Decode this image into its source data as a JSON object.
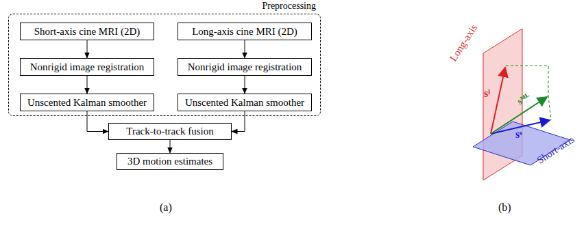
{
  "diagram": {
    "nodes": [
      {
        "text": [
          "Preprocessing"
        ]
      },
      {
        "text": [
          "Short-axis cine MRI (2D)"
        ],
        "in": 0
      },
      {
        "text": [
          "Nonrigid image registration"
        ],
        "in": 0
      },
      {
        "text": [
          "Unscented Kalman smoother"
        ],
        "in": 0
      },
      {
        "text": [
          "Long-axis cine MRI (2D)"
        ],
        "in": 0
      },
      {
        "text": [
          "Nonrigid image registration"
        ],
        "in": 0
      },
      {
        "text": [
          "Unscented Kalman smoother"
        ],
        "in": 0
      },
      {
        "text": [
          "Track-to-track fusion"
        ]
      },
      {
        "text": [
          "3D motion estimates"
        ]
      }
    ],
    "edges": [
      {
        "from": 1,
        "to": 2,
        "arrow": "to"
      },
      {
        "from": 2,
        "to": 3,
        "arrow": "to"
      },
      {
        "from": 4,
        "to": 5,
        "arrow": "to"
      },
      {
        "from": 5,
        "to": 6,
        "arrow": "to"
      },
      {
        "from": 3,
        "to": 7,
        "arrow": "to"
      },
      {
        "from": 6,
        "to": 7,
        "arrow": "to"
      },
      {
        "from": 7,
        "to": 8,
        "arrow": "to"
      }
    ],
    "labels": [
      "(a)",
      "(b)",
      "Long-axis",
      "Short-axis",
      "sˡ",
      "sᴹᴸ",
      "sˢ"
    ]
  }
}
